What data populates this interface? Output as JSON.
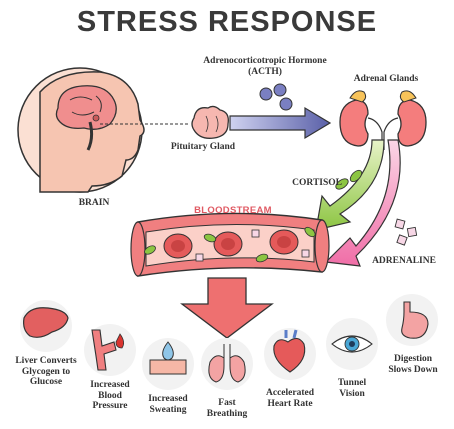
{
  "title": "STRESS RESPONSE",
  "labels": {
    "brain": "BRAIN",
    "pituitary": "Pituitary Gland",
    "acth": "Adrenocorticotropic Hormone (ACTH)",
    "adrenal": "Adrenal Glands",
    "cortisol": "CORTISOL",
    "bloodstream": "BLOODSTREAM",
    "adrenaline": "ADRENALINE"
  },
  "effects": [
    {
      "label": "Liver Converts Glycogen to Glucose",
      "icon": "liver-icon"
    },
    {
      "label": "Increased Blood Pressure",
      "icon": "blood-vessel-icon"
    },
    {
      "label": "Increased Sweating",
      "icon": "sweat-drop-icon"
    },
    {
      "label": "Fast Breathing",
      "icon": "lungs-icon"
    },
    {
      "label": "Accelerated Heart Rate",
      "icon": "heart-icon"
    },
    {
      "label": "Tunnel Vision",
      "icon": "eye-icon"
    },
    {
      "label": "Digestion Slows Down",
      "icon": "stomach-icon"
    }
  ],
  "colors": {
    "skin": "#f6c5b1",
    "brain": "#f08e8e",
    "vessel": "#f07f80",
    "cortisol": "#8cc542",
    "adrenaline": "#f06ea7",
    "acth": "#5a60a8",
    "arrow_main": "#ee7070"
  }
}
